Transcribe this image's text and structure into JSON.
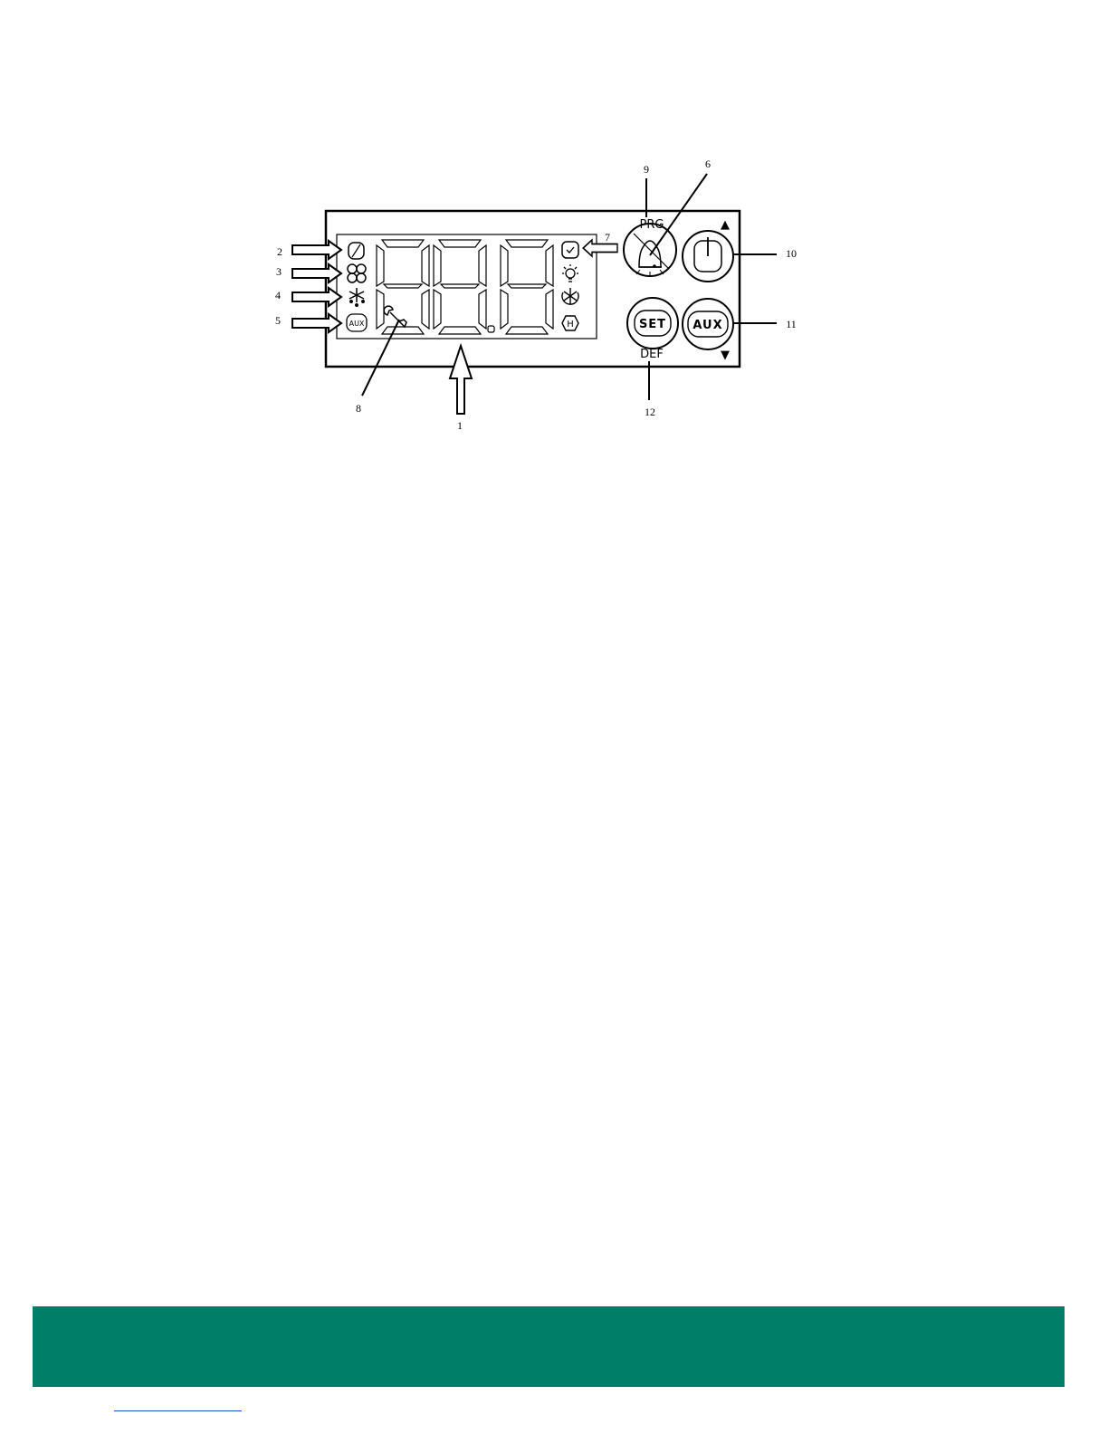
{
  "buttons": {
    "prg_label": "PRG",
    "def_label": "DEF",
    "set_label": "SET",
    "aux_label": "AUX",
    "up_arrow": "▲",
    "down_arrow": "▼"
  },
  "display": {
    "aux_icon_label": "AUX",
    "h_icon_label": "H"
  },
  "callouts": [
    "1",
    "2",
    "3",
    "4",
    "5",
    "6",
    "7",
    "8",
    "9",
    "10",
    "11",
    "12"
  ],
  "icons": [
    "compressor-icon",
    "fan-icon",
    "defrost-icon",
    "aux-icon",
    "clock-icon",
    "light-icon",
    "continuous-cycle-icon",
    "haccp-icon",
    "service-wrench-icon",
    "alarm-bell-icon",
    "power-icon"
  ],
  "colors": {
    "footer_band": "#007e68",
    "footer_link": "#1f4fd6",
    "line": "#000000"
  }
}
